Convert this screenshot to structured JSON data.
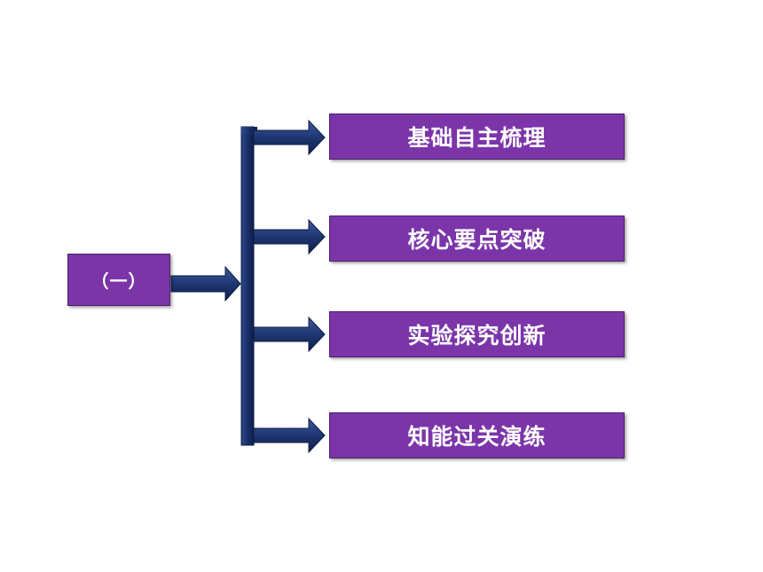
{
  "diagram": {
    "root": {
      "label": "（一）"
    },
    "items": [
      {
        "label": "基础自主梳理"
      },
      {
        "label": "核心要点突破"
      },
      {
        "label": "实验探究创新"
      },
      {
        "label": "知能过关演练"
      }
    ]
  },
  "colors": {
    "box_fill": "#7b35a9",
    "box_text": "#ffffff",
    "arrow": "#1e3672"
  }
}
